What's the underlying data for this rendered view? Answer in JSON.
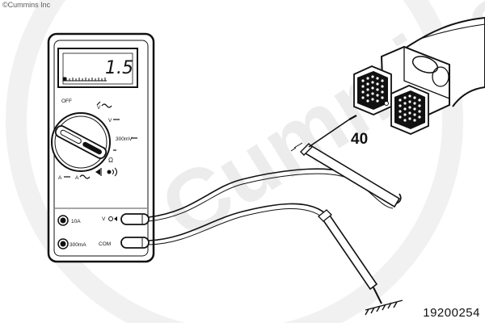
{
  "copyright": "©Cummins Inc",
  "watermark": "Cummins",
  "figure_id": "19200254",
  "callout": "40",
  "meter": {
    "display_value": "1.5",
    "dial": {
      "off": "OFF",
      "v_ac": "V",
      "v_dc": "V",
      "mv": "300mV",
      "ohm": "Ω",
      "amp_dc": "A",
      "amp_ac": "A"
    },
    "jacks": {
      "amp10": "10A",
      "ma300": "300mA",
      "volt": "V",
      "com": "COM"
    }
  }
}
